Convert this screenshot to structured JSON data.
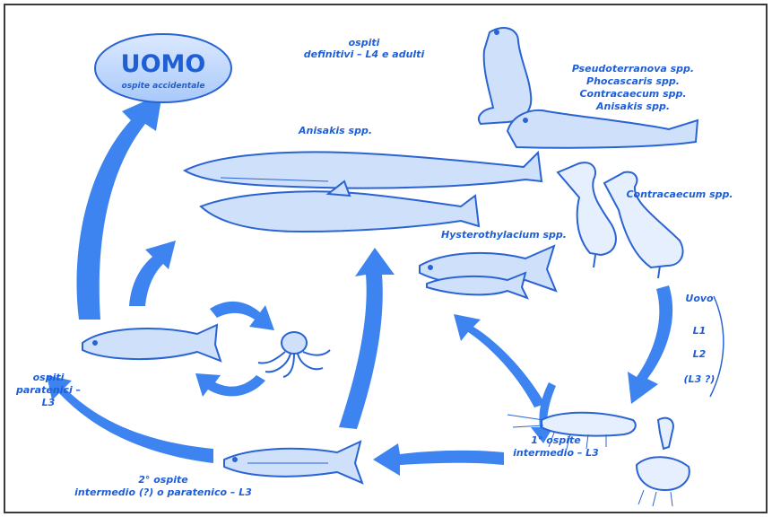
{
  "colors": {
    "arrow": "#3d84f0",
    "arrow_dark": "#1f5fd6",
    "animal_fill": "#cfe0fb",
    "animal_line": "#2a63d4",
    "oval_fill": "#bcd6fb",
    "frame": "#3a3a3a"
  },
  "human": {
    "title": "UOMO",
    "subtitle": "ospite accidentale"
  },
  "definitive_hosts": {
    "line1": "ospiti",
    "line2": "definitivi – L4 e adulti"
  },
  "seal_species": [
    "Pseudoterranova spp.",
    "Phocascaris spp.",
    "Contracaecum spp.",
    "Anisakis spp."
  ],
  "whale_label": "Anisakis spp.",
  "bird_label": "Contracaecum spp.",
  "tuna_label": "Hysterothylacium spp.",
  "egg_stages": [
    "Uovo",
    "L1",
    "L2",
    "(L3 ?)"
  ],
  "first_intermediate": {
    "line1": "1° ospite",
    "line2": "intermedio – L3"
  },
  "second_intermediate": {
    "line1": "2° ospite",
    "line2": "intermedio (?) o paratenico – L3"
  },
  "paratenic_hosts": {
    "line1": "ospiti",
    "line2": "paratenici –",
    "line3": "L3"
  },
  "icons": [
    "whale-icon",
    "dolphin-icon",
    "seal-icon",
    "bird-icon",
    "tuna-icon",
    "cod-icon",
    "octopus-icon",
    "herring-icon",
    "krill-icon"
  ]
}
